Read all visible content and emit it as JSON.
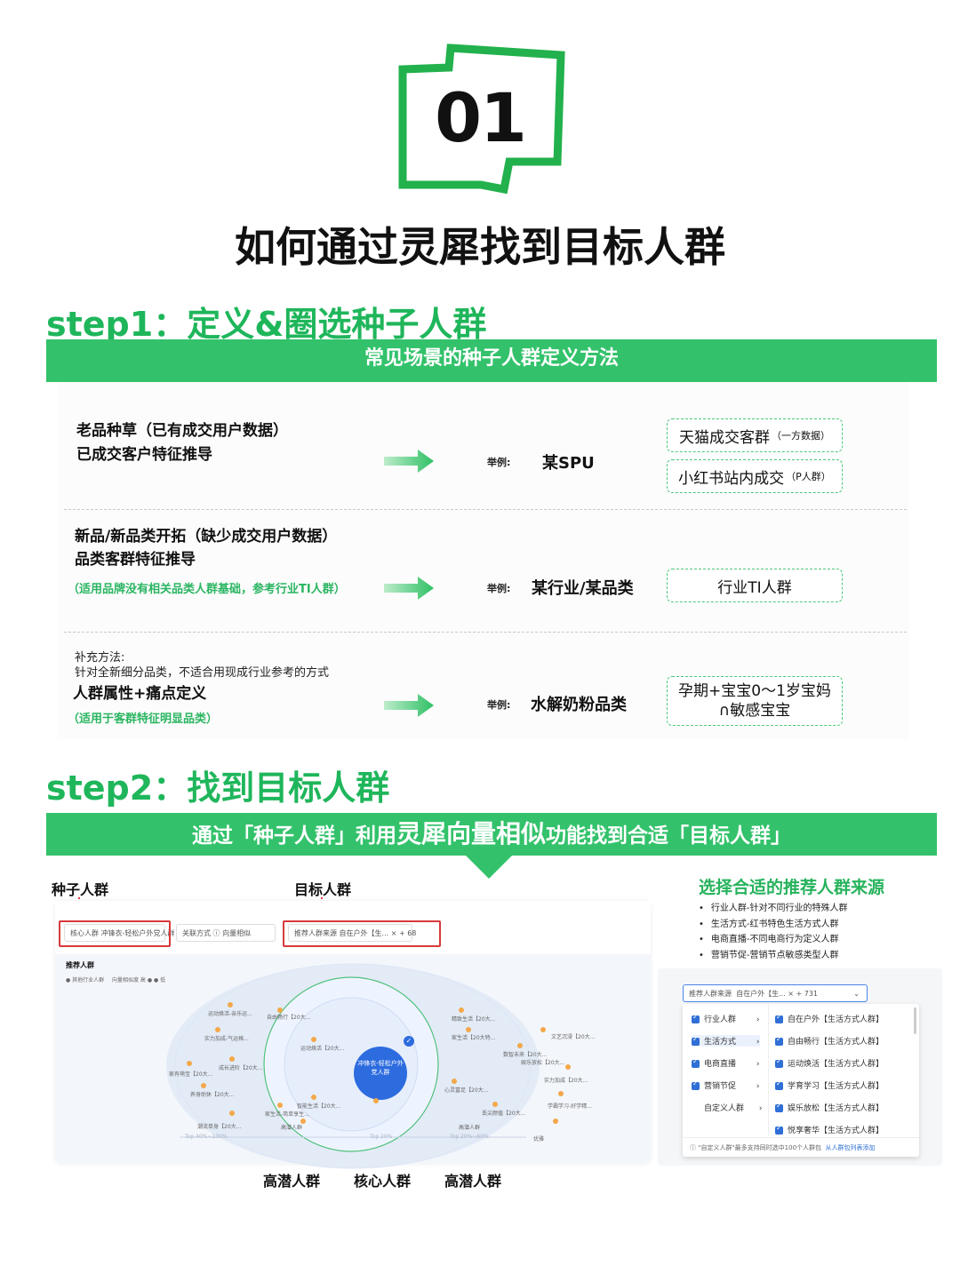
{
  "header": {
    "number": "01",
    "title": "如何通过灵犀找到目标人群",
    "accent_color": "#1fb65b"
  },
  "step1": {
    "title": "step1：定义&圈选种子人群",
    "banner": "常见场景的种子人群定义方法",
    "rows": [
      {
        "line1": "老品种草（已有成交用户数据）",
        "line2": "已成交客户特征推导",
        "example_label": "举例:",
        "example": "某SPU",
        "tags": [
          {
            "main": "天猫成交客群",
            "sub": "（一方数据）"
          },
          {
            "main": "小红书站内成交",
            "sub": "（P人群）"
          }
        ]
      },
      {
        "line1": "新品/新品类开拓（缺少成交用户数据）",
        "line2": "品类客群特征推导",
        "note": "（适用品牌没有相关品类人群基础，参考行业TI人群）",
        "example_label": "举例:",
        "example": "某行业/某品类",
        "tags": [
          {
            "main": "行业TI人群"
          }
        ]
      },
      {
        "pre1": "补充方法:",
        "pre2": "针对全新细分品类，不适合用现成行业参考的方式",
        "line1": "人群属性+痛点定义",
        "note": "（适用于客群特征明显品类）",
        "example_label": "举例:",
        "example": "水解奶粉品类",
        "tags": [
          {
            "main": "孕期+宝宝0～1岁宝妈",
            "main2": "∩敏感宝宝"
          }
        ]
      }
    ]
  },
  "step2": {
    "title": "step2：找到目标人群",
    "banner_a": "通过「种子人群」利用",
    "banner_b": "灵犀向量相似",
    "banner_c": "功能找到合适「目标人群」",
    "seed_label": "种子人群",
    "target_label": "目标人群",
    "shot": {
      "field1": "核心人群  冲锋衣-轻松户外党人群",
      "field2": "关联方式 ⓘ   向量相似",
      "field3": "推荐人群来源  自在户外【生... ×  + 68",
      "section": "推荐人群",
      "legend_a": "● 其他行业人群",
      "legend_b": "向量相似度 高 ● ● 低",
      "center": "冲锋衣-轻松户外党人群",
      "nodes_left": [
        "运动焕活-亲乐运...",
        "自由畅行【20大...",
        "实力加成-气运格...",
        "运动焕活【20大...",
        "成长进阶【20大...",
        "家有萌宝【20大...",
        "养身助休【20大...",
        "智能生活【20大...",
        "家生活-简单享生...",
        "高潜人群",
        "潮流单身【20大..."
      ],
      "nodes_right": [
        "精致生活【20大...",
        "家生活【20大特...",
        "文艺沉浸【20大...",
        "数智未来【20大...",
        "娱乐放松【20大...",
        "实力加成【20大...",
        "心灵富足【20大...",
        "丢尖颜值【20大...",
        "学霸学习-好学精...",
        "高潜人群",
        "优雅"
      ],
      "axis_left": "Top 40%~100%",
      "axis_mid": "Top 20%",
      "axis_right": "Top 20%~60%"
    },
    "right": {
      "title": "选择合适的推荐人群来源",
      "bullets": [
        "行业人群-针对不同行业的特殊人群",
        "生活方式-红书特色生活方式人群",
        "电商直播-不同电商行为定义人群",
        "营销节促-营销节点敏感类型人群"
      ],
      "select_label": "推荐人群来源",
      "select_value": "自在户外【生...  ×  + 731",
      "left_items": [
        "行业人群",
        "生活方式",
        "电商直播",
        "营销节促",
        "自定义人群"
      ],
      "right_items": [
        "自在户外【生活方式人群】",
        "自由畅行【生活方式人群】",
        "运动焕活【生活方式人群】",
        "学育学习【生活方式人群】",
        "娱乐放松【生活方式人群】",
        "悦享奢华【生活方式人群】"
      ],
      "footer": "ⓘ \"自定义人群\"最多支持同时选中100个人群包",
      "footer_link": "从人群包列表添加"
    },
    "bottom_labels": [
      "高潜人群",
      "核心人群",
      "高潜人群"
    ]
  }
}
